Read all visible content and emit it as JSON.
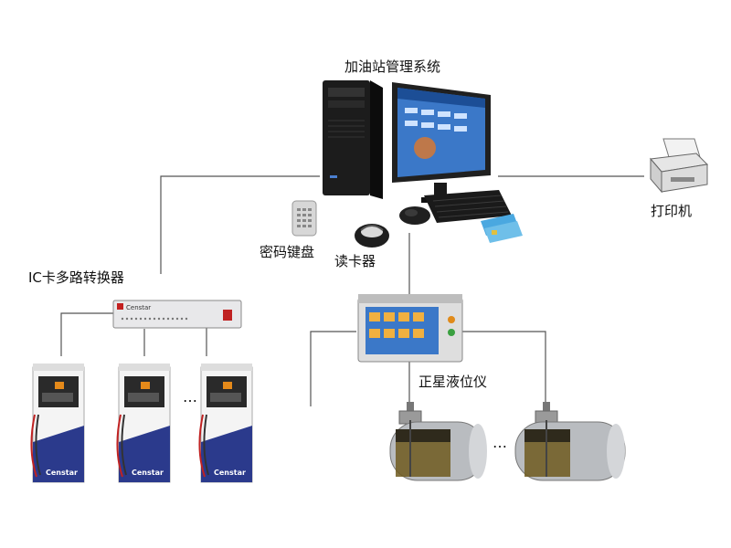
{
  "labels": {
    "system": "加油站管理系统",
    "printer": "打印机",
    "keypad": "密码键盘",
    "reader": "读卡器",
    "converter": "IC卡多路转换器",
    "gauge": "正星液位仪"
  },
  "brand": "Censtar",
  "ellipsis": "…",
  "colors": {
    "line": "#555555",
    "pump_blue": "#2b3a8c",
    "tank_body": "#b9bcc0",
    "fuel": "#6e5a1e",
    "screen_blue": "#3b78c8"
  }
}
